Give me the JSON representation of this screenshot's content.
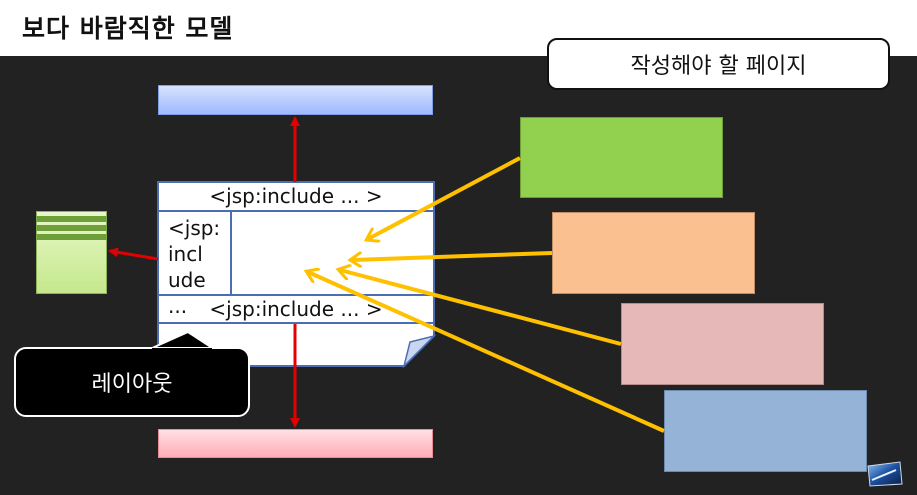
{
  "header": {
    "title": "보다 바람직한 모델"
  },
  "callout": {
    "text": "작성해야 할 페이지"
  },
  "layout": {
    "top_include": "<jsp:include ... >",
    "left_include": "<jsp:\nincl\nude ...",
    "bottom_include": "<jsp:include ... >",
    "label": "레이아웃"
  },
  "colors": {
    "background": "#222222",
    "arrow_red": "#e30000",
    "arrow_yellow": "#ffc000",
    "page_green": "#92d050",
    "page_orange": "#fac090",
    "page_rose": "#e6b9b8",
    "page_steel": "#95b3d7",
    "header_blue": "#b4c8ff",
    "footer_pink": "#ffc7cd",
    "side_green": "#c4e88c"
  },
  "icons": [
    "notes-icon",
    "monitor-icon"
  ]
}
